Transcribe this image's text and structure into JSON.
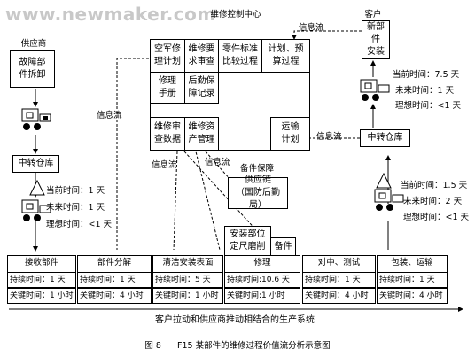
{
  "watermark": "www.newmaker.com",
  "center": {
    "title": "维修控制中心",
    "cells": [
      {
        "id": "a",
        "label": "空军修\n理计划"
      },
      {
        "id": "b",
        "label": "维修要\n求审查"
      },
      {
        "id": "c",
        "label": "零件标准\n比较过程"
      },
      {
        "id": "d",
        "label": "计划、预\n算过程"
      },
      {
        "id": "e",
        "label": "修理\n手册"
      },
      {
        "id": "f",
        "label": "后勤保\n障记录"
      },
      {
        "id": "g",
        "label": "维修审\n查数据"
      },
      {
        "id": "h",
        "label": "维修资\n产管理"
      },
      {
        "id": "i",
        "label": "运输\n计划"
      }
    ]
  },
  "supplier": {
    "title": "供应商",
    "box": "故障部\n件拆卸"
  },
  "customer": {
    "title": "客户",
    "box": "新部件\n安装"
  },
  "info_flow": "信息流",
  "warehouse": "中转仓库",
  "parts_support": "备件保障",
  "supply_chain": "供应链\n（国防后勤局）",
  "install_parts": {
    "label": "安装部位\n定尺磨削",
    "spare": "备件"
  },
  "inventory_left": [
    "当前时间：1 天",
    "未来时间：1 天",
    "理想时间：<1 天"
  ],
  "inventory_right_top": [
    "当前时间：7.5 天",
    "未来时间：1 天",
    "理想时间：<1 天"
  ],
  "inventory_right_mid": [
    "当前时间：1.5 天",
    "未来时间：2 天",
    "理想时间：<1 天"
  ],
  "processes": [
    {
      "name": "接收部件",
      "duration": "持续时间：1 天",
      "key": "关键时间：1 小时"
    },
    {
      "name": "部件分解",
      "duration": "持续时间：1 天",
      "key": "关键时间：4 小时"
    },
    {
      "name": "清洁安装表面",
      "duration": "持续时间：5 天",
      "key": "关键时间：1 小时"
    },
    {
      "name": "修理",
      "duration": "持续时间:10.6 天",
      "key": "关键时间:1 小时"
    },
    {
      "name": "对中、测试",
      "duration": "持续时间：1 天",
      "key": "关键时间：4 小时"
    },
    {
      "name": "包装、运输",
      "duration": "持续时间：1 天",
      "key": "关键时间：4 小时"
    }
  ],
  "bottom_arrow": "客户拉动和供应商推动相结合的生产系统",
  "caption": "图 8      F15 某部件的维修过程价值流分析示意图"
}
